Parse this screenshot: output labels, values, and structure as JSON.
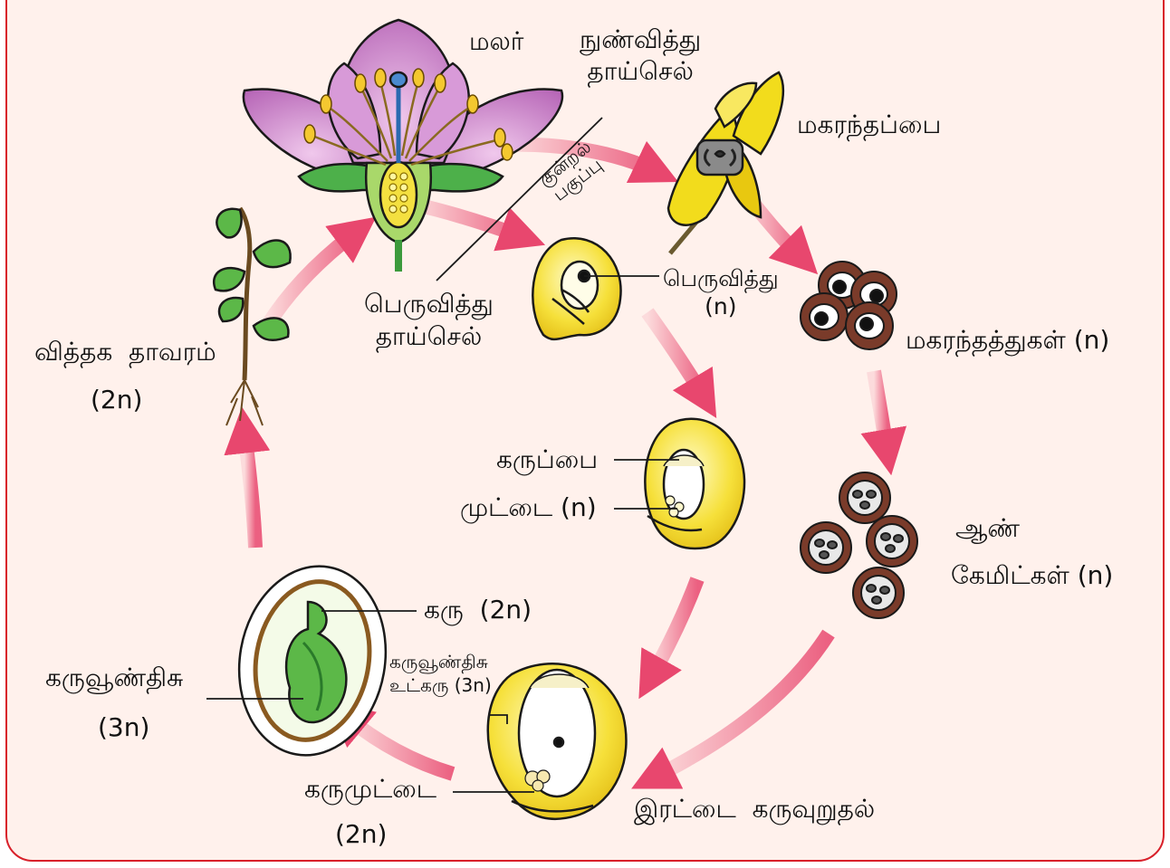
{
  "labels": {
    "flower": "மலர்",
    "microspore_mother": "நுண்வித்து\nதாய்செல்",
    "anther": "மகரந்தப்பை",
    "meiosis": "குன்றல்\nபகுப்பு",
    "megaspore_mother": "பெருவித்து\nதாய்செல்",
    "megaspore": "பெருவித்து\n(n)",
    "pollen_grains": "மகரந்தத்துகள் (n)",
    "sporophyte": "வித்தக  தாவரம்",
    "sporophyte_ploidy": "(2n)",
    "embryo_sac": "கருப்பை",
    "egg": "முட்டை (n)",
    "male_gametes_1": "ஆண்",
    "male_gametes_2": "கேமிட்கள் (n)",
    "embryo": "கரு  (2n)",
    "endosperm_nucleus": "கருவூண்திசு\nஉட்கரு (3n)",
    "endosperm": "கருவூண்திசு",
    "endosperm_ploidy": "(3n)",
    "zygote": "கருமுட்டை",
    "zygote_ploidy": "(2n)",
    "double_fertilization": "இரட்டை  கருவுறுதல்"
  },
  "colors": {
    "border": "#d8202a",
    "background": "#fff1ec",
    "arrow": "#e8476e",
    "petal": "#c882c8",
    "ovule_yellow": "#f2dc1c",
    "pollen_brown": "#7a3b2a",
    "seed_green": "#5cb848"
  }
}
